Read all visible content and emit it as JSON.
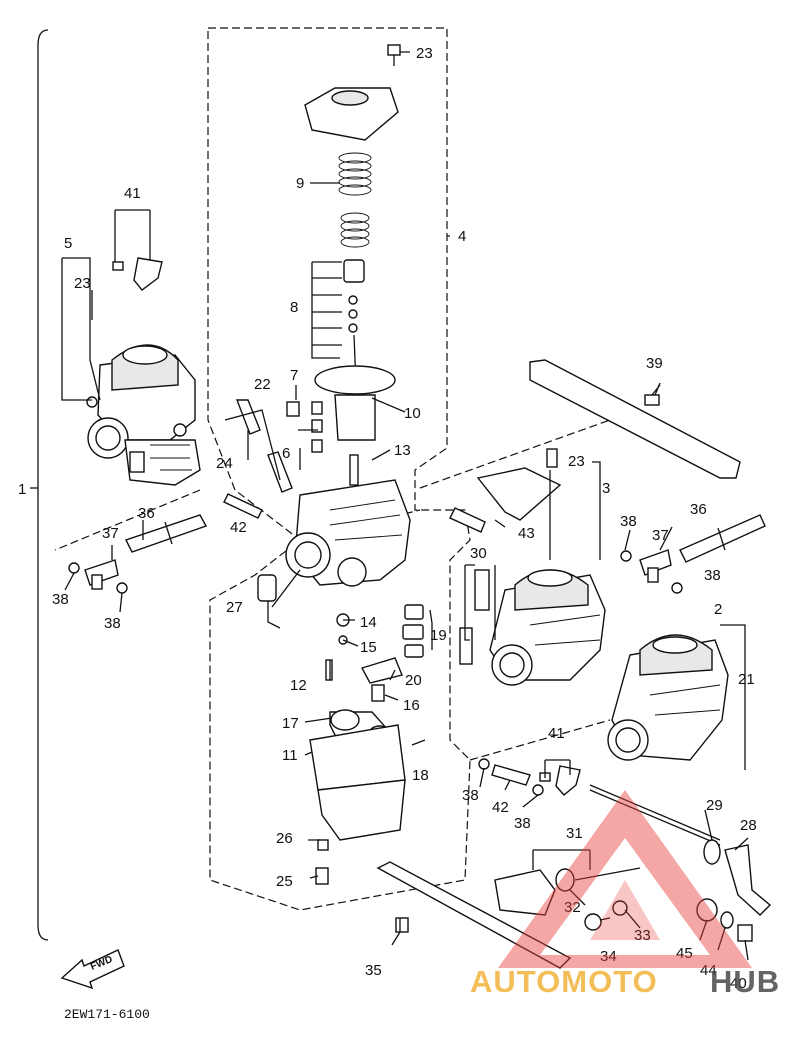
{
  "drawing_code": "2EW171-6100",
  "direction_badge": "FWD",
  "watermark": {
    "brand_part1": "AUTOMOTO",
    "brand_part2": "HUB",
    "triangle_color": "#e8413c",
    "brand_color1": "#f2b33a",
    "brand_color2": "#4a4a4a"
  },
  "callouts": [
    "1",
    "2",
    "3",
    "4",
    "5",
    "6",
    "7",
    "8",
    "9",
    "10",
    "11",
    "12",
    "13",
    "14",
    "15",
    "16",
    "17",
    "18",
    "19",
    "20",
    "21",
    "22",
    "23",
    "23",
    "23",
    "24",
    "25",
    "26",
    "27",
    "28",
    "29",
    "30",
    "31",
    "32",
    "33",
    "34",
    "35",
    "36",
    "36",
    "37",
    "37",
    "38",
    "38",
    "38",
    "38",
    "38",
    "38",
    "39",
    "40",
    "41",
    "41",
    "42",
    "42",
    "43",
    "44",
    "45"
  ]
}
